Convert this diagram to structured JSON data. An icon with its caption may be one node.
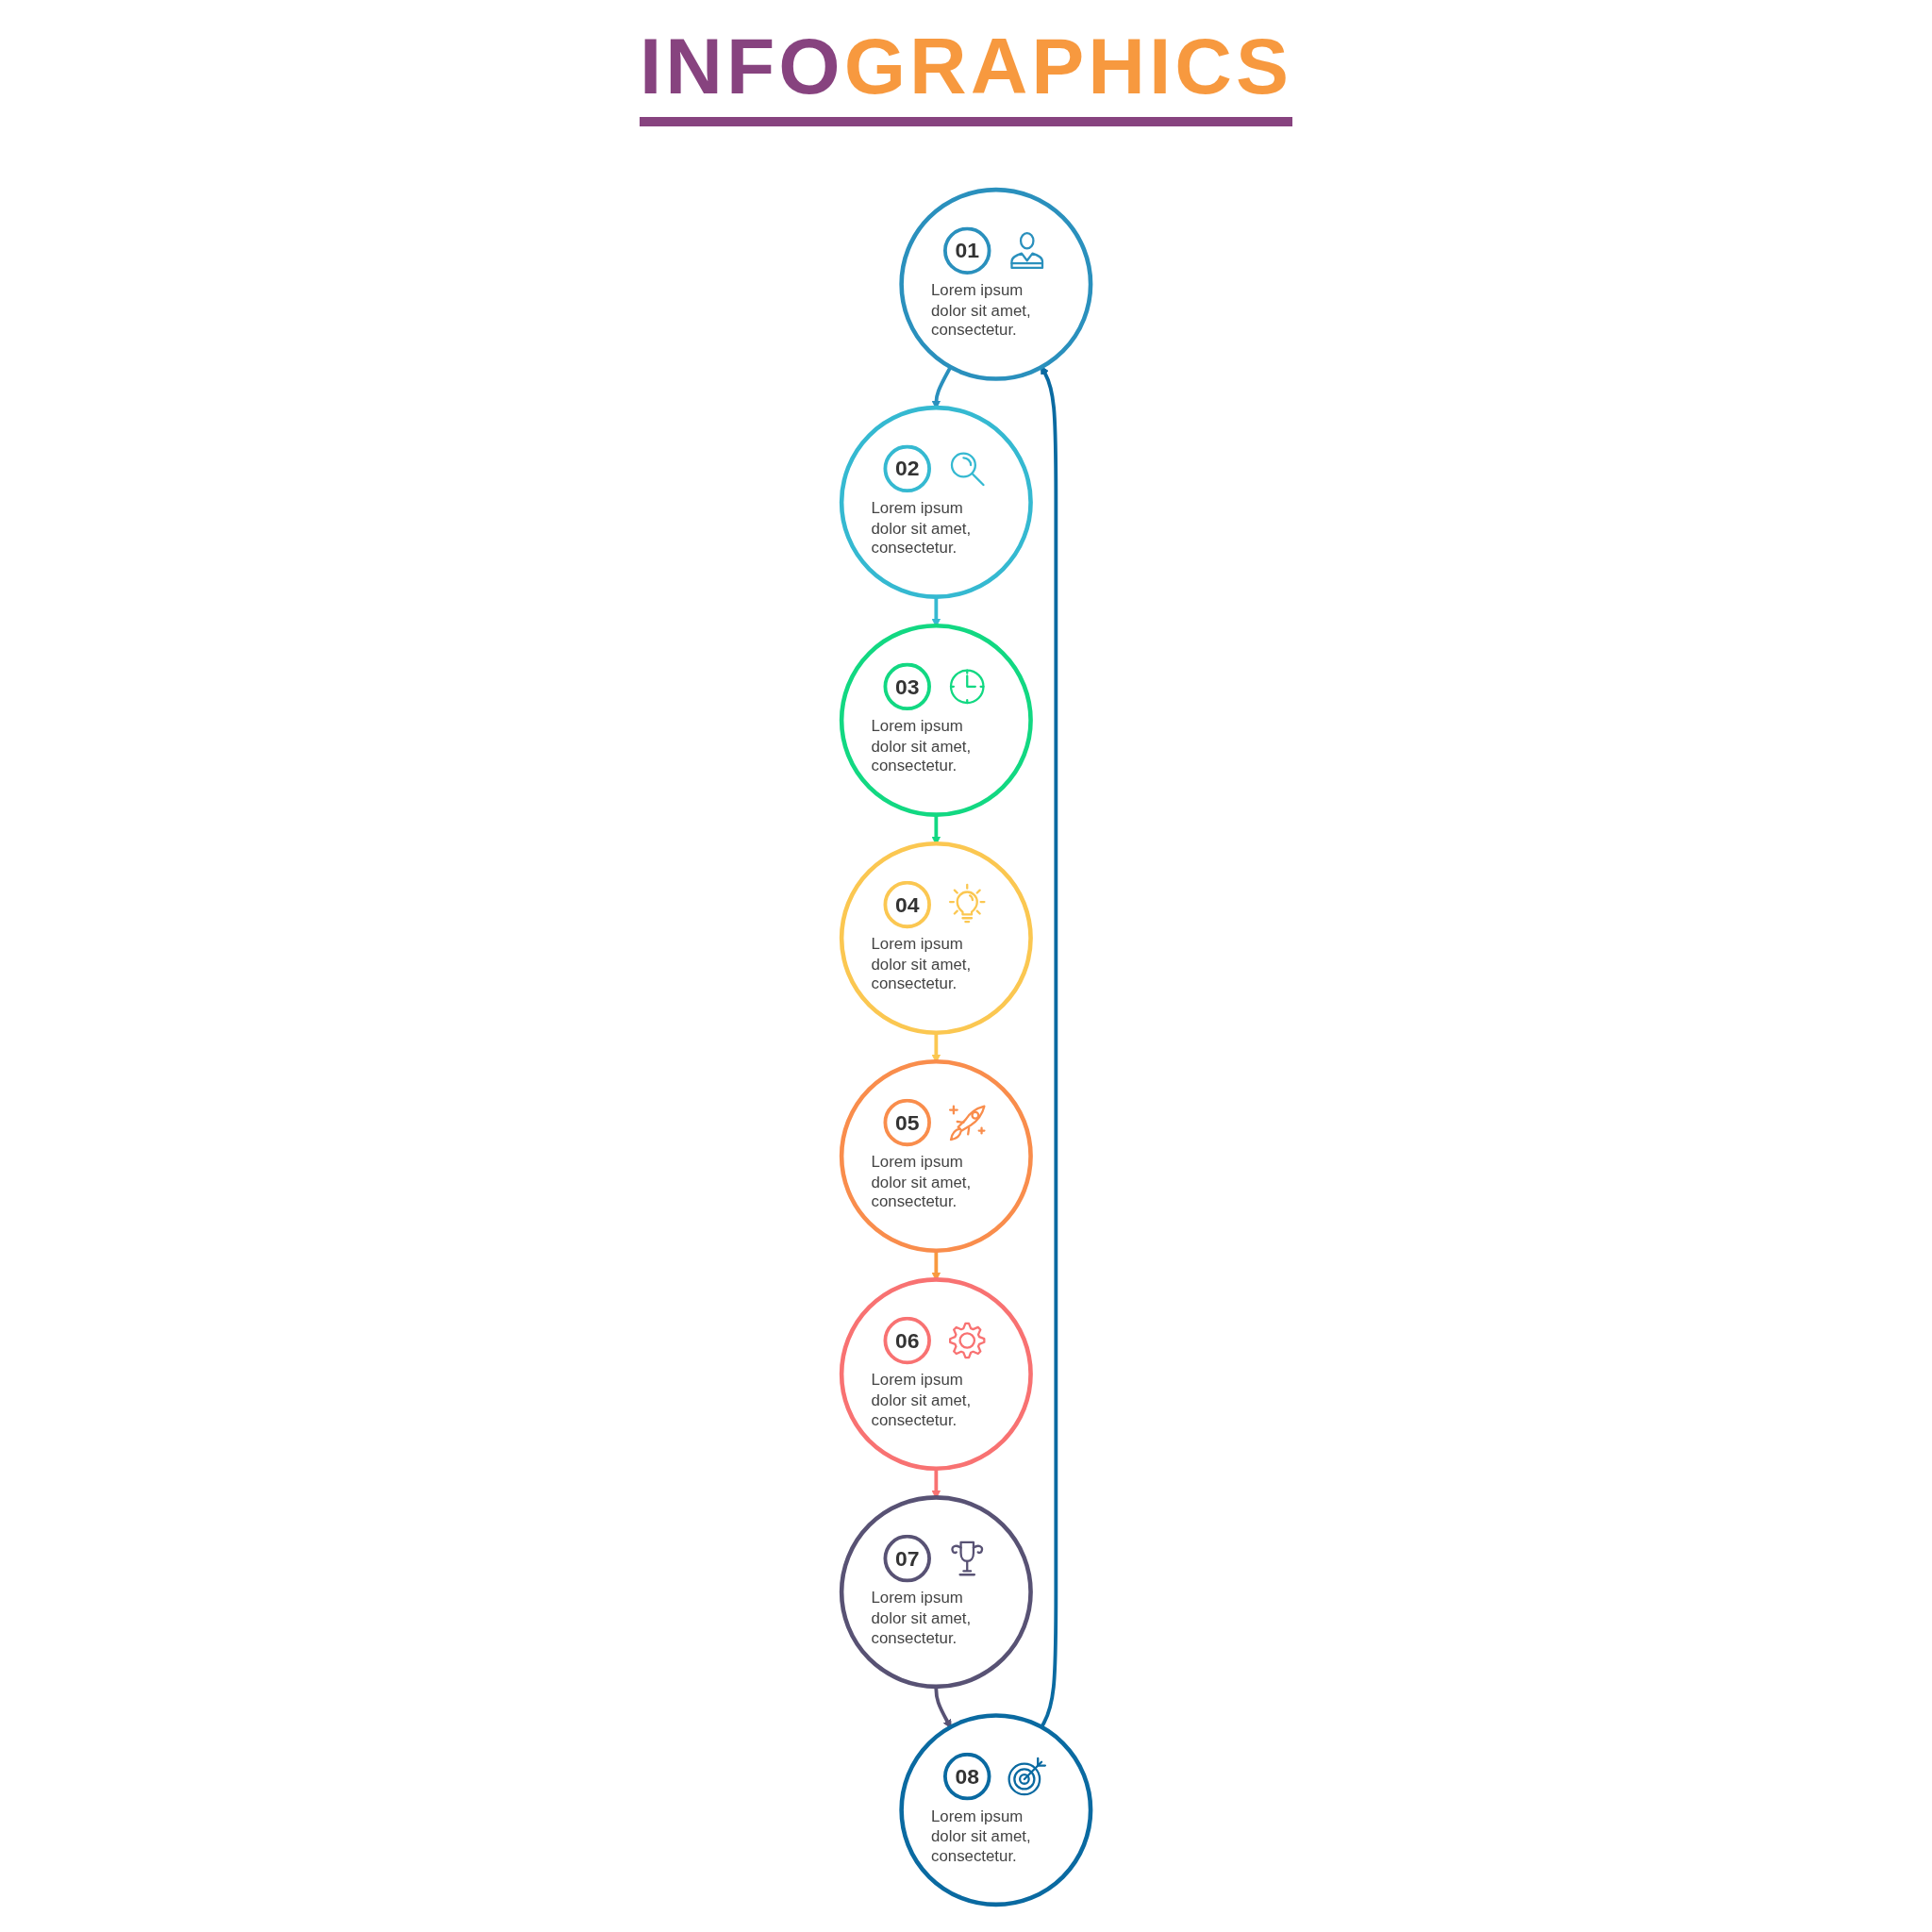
{
  "diagram": {
    "title": "INFOGRAPHICS",
    "nodes": [
      {
        "text": [
          "01",
          "Lorem ipsum dolor sit amet, consectetur."
        ]
      },
      {
        "text": [
          "02",
          "Lorem ipsum dolor sit amet, consectetur."
        ]
      },
      {
        "text": [
          "03",
          "Lorem ipsum dolor sit amet, consectetur."
        ]
      },
      {
        "text": [
          "04",
          "Lorem ipsum dolor sit amet, consectetur."
        ]
      },
      {
        "text": [
          "05",
          "Lorem ipsum dolor sit amet, consectetur."
        ]
      },
      {
        "text": [
          "06",
          "Lorem ipsum dolor sit amet, consectetur."
        ]
      },
      {
        "text": [
          "07",
          "Lorem ipsum dolor sit amet, consectetur."
        ]
      },
      {
        "text": [
          "08",
          "Lorem ipsum dolor sit amet, consectetur."
        ]
      }
    ],
    "edges": [
      {
        "from": 0,
        "to": 1,
        "arrow": "to",
        "color": "#2a90bd"
      },
      {
        "from": 1,
        "to": 2,
        "arrow": "to",
        "color": "#35b9d1"
      },
      {
        "from": 2,
        "to": 3,
        "arrow": "to",
        "color": "#12d882"
      },
      {
        "from": 3,
        "to": 4,
        "arrow": "to",
        "color": "#fbc751"
      },
      {
        "from": 4,
        "to": 5,
        "arrow": "to",
        "color": "#f8993f"
      },
      {
        "from": 5,
        "to": 6,
        "arrow": "to",
        "color": "#f87272"
      },
      {
        "from": 6,
        "to": 7,
        "arrow": "to",
        "color": "#585274"
      },
      {
        "from": 7,
        "to": 0,
        "arrow": "to",
        "color": "#0a6aa1"
      }
    ]
  }
}
